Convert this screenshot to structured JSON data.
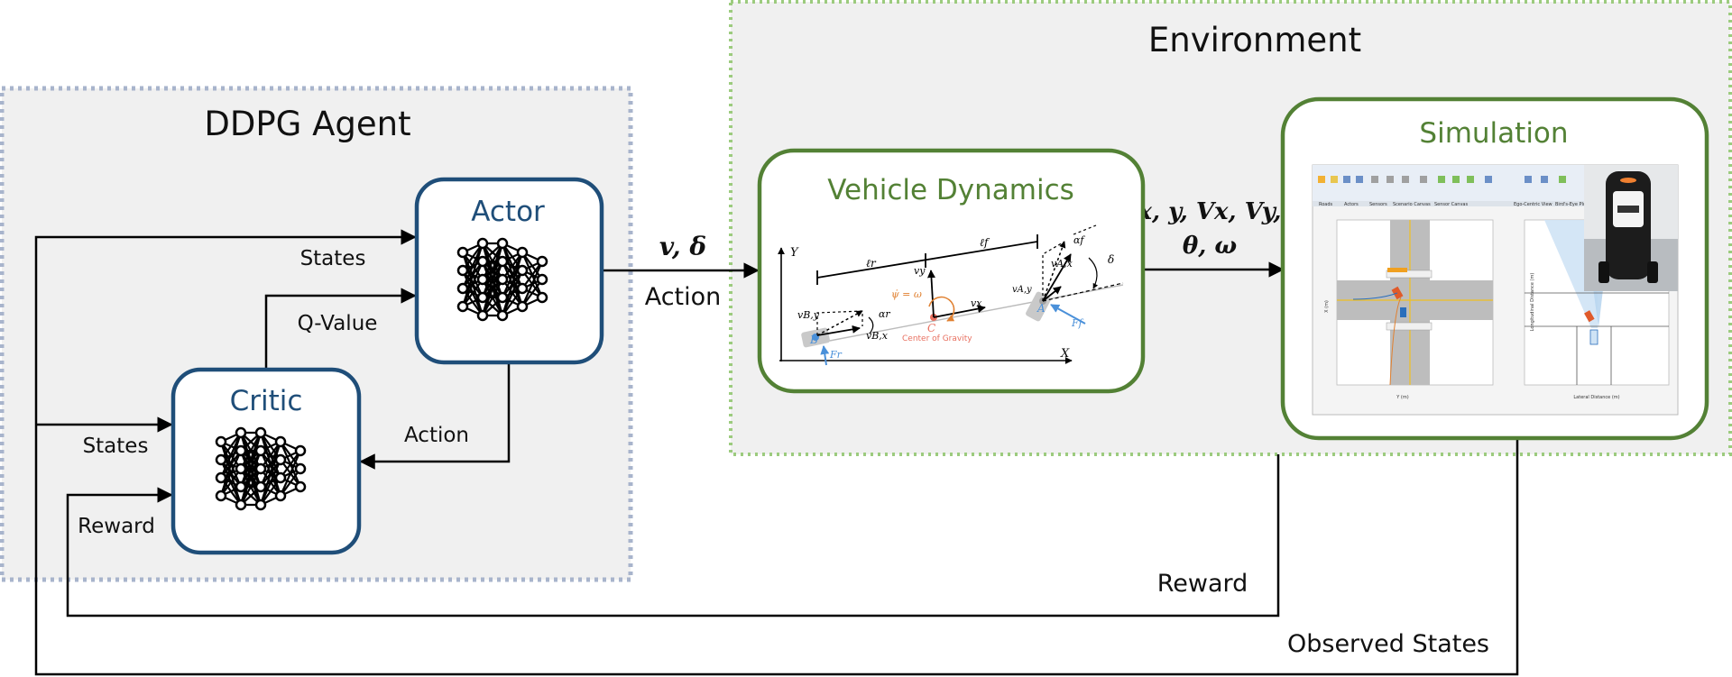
{
  "agent": {
    "title": "DDPG Agent"
  },
  "actor": {
    "title": "Actor"
  },
  "critic": {
    "title": "Critic"
  },
  "environment": {
    "title": "Environment"
  },
  "dynamics": {
    "title": "Vehicle Dynamics",
    "figure": {
      "axis_y": "Y",
      "axis_x": "X",
      "l_r": "ℓr",
      "l_f": "ℓf",
      "v_y": "vy",
      "v_x": "vx",
      "psi_dot": "ψ̇ = ω",
      "c_label": "C",
      "cog": "Center of Gravity",
      "v_By": "vB,y",
      "v_Bx": "vB,x",
      "alpha_r": "αr",
      "b_label": "B",
      "f_r": "Fr",
      "alpha_f": "αf",
      "v_Ax": "vA,x",
      "v_Ay": "vA,y",
      "delta": "δ",
      "a_label": "A",
      "f_f": "Ff"
    }
  },
  "simulation": {
    "title": "Simulation",
    "tabs": [
      "Roads",
      "Actors",
      "Sensors",
      "Scenario Canvas",
      "Sensor Canvas"
    ],
    "side_tabs": [
      "Ego-Centric View",
      "Bird's-Eye Plot"
    ],
    "x_axis": "Y (m)",
    "y_axis": "X (m)",
    "right_y_axis": "Longitudinal Distance (m)",
    "right_x_axis": "Lateral Distance (m)"
  },
  "labels": {
    "states_top": "States",
    "q_value": "Q-Value",
    "states_left": "States",
    "action_inner": "Action",
    "reward_left": "Reward",
    "action_main": "Action",
    "action_vars": "v, δ",
    "state_vars_line1": "x, y, Vx, Vy,",
    "state_vars_line2": "θ, ω",
    "reward_bottom": "Reward",
    "observed_states": "Observed States"
  },
  "colors": {
    "agent_border": "#a8b4cc",
    "env_border": "#9ccb7e",
    "panel_bg": "#f0f0f0",
    "actor_blue": "#1f4e79",
    "dyn_green": "#538135",
    "arrow": "#000000"
  }
}
